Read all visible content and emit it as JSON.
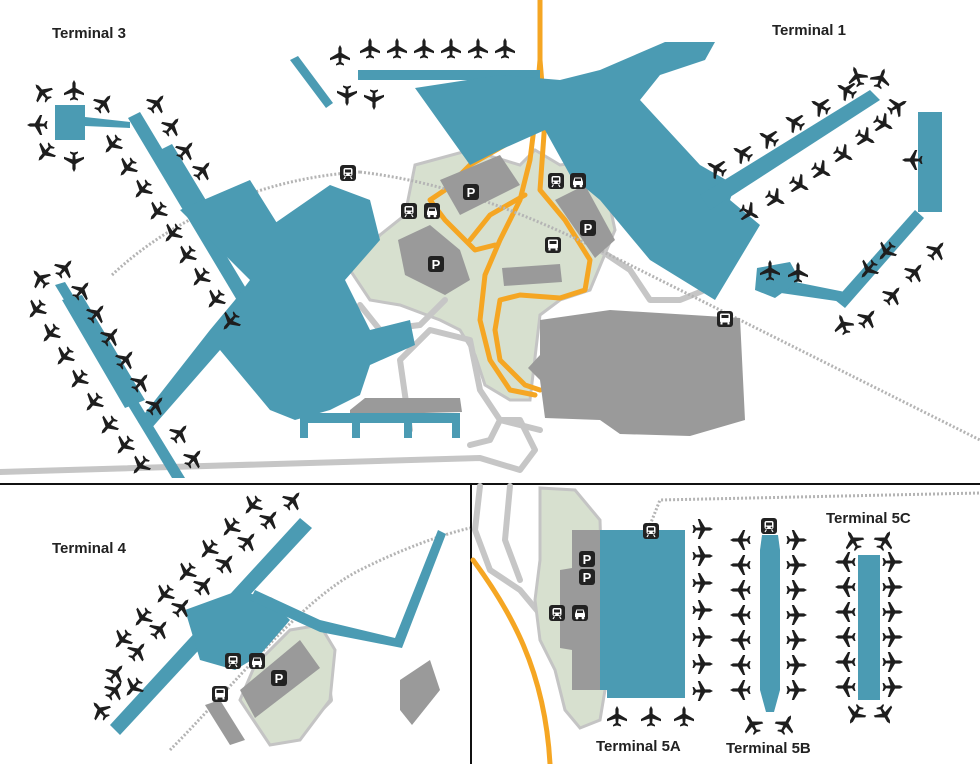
{
  "labels": {
    "terminal_3": "Terminal 3",
    "terminal_1": "Terminal 1",
    "terminal_4": "Terminal 4",
    "terminal_5a": "Terminal 5A",
    "terminal_5b": "Terminal 5B",
    "terminal_5c": "Terminal 5C"
  },
  "icons": {
    "parking": "P",
    "airplane": "airplane-icon",
    "train": "train-icon",
    "bus": "bus-icon",
    "car": "car-icon"
  },
  "colors": {
    "terminal": "#4b9bb3",
    "building": "#9a9a9a",
    "landside": "#d7e0cf",
    "road": "#c6c6c6",
    "main_road": "#f5a623",
    "rail": "#b4b4b4"
  }
}
